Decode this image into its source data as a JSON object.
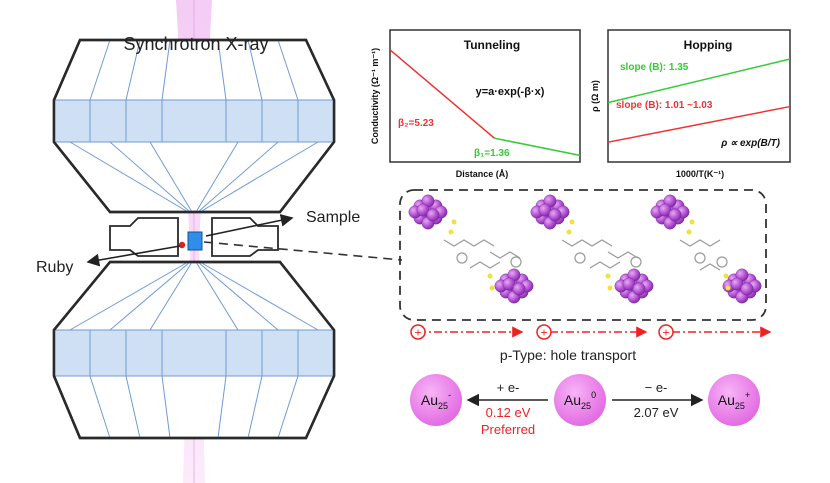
{
  "left": {
    "beam_label": "Synchrotron X-ray",
    "sample_label": "Sample",
    "ruby_label": "Ruby"
  },
  "chart_data": [
    {
      "type": "line",
      "title": "Tunneling",
      "xlabel": "Distance (Å)",
      "ylabel": "Conductivity (Ω⁻¹ m⁻¹)",
      "equation": "y=a·exp(-β·x)",
      "series": [
        {
          "name": "β₂=5.23",
          "color": "#ee3333",
          "x": [
            0.0,
            0.55
          ],
          "y": [
            0.85,
            0.18
          ]
        },
        {
          "name": "β₁=1.36",
          "color": "#33cc33",
          "x": [
            0.55,
            1.0
          ],
          "y": [
            0.18,
            0.05
          ]
        }
      ]
    },
    {
      "type": "line",
      "title": "Hopping",
      "xlabel": "1000/T(K⁻¹)",
      "ylabel": "ρ (Ω m)",
      "equation": "ρ ∝ exp(B/T)",
      "series": [
        {
          "name": "slope (B): 1.35",
          "color": "#33cc33",
          "x": [
            0.0,
            1.0
          ],
          "y": [
            0.45,
            0.78
          ]
        },
        {
          "name": "slope (B): 1.01 ~1.03",
          "color": "#ee3333",
          "x": [
            0.0,
            1.0
          ],
          "y": [
            0.15,
            0.42
          ]
        }
      ]
    }
  ],
  "transport": {
    "label": "p-Type: hole transport",
    "hole_symbol": "+"
  },
  "redox": {
    "left_species": "Au",
    "left_sub": "25",
    "left_sup": "-",
    "center_species": "Au",
    "center_sub": "25",
    "center_sup": "0",
    "right_species": "Au",
    "right_sub": "25",
    "right_sup": "+",
    "left_arrow_label": "+ e-",
    "left_energy": "0.12 eV",
    "left_note": "Preferred",
    "right_arrow_label": "− e-",
    "right_energy": "2.07 eV"
  },
  "colors": {
    "anvil_fill": "#cfe0f5",
    "anvil_line": "#6f9bd6",
    "beam": "#e9a7ea",
    "red": "#ee2222",
    "green": "#33cc33",
    "cluster": "#b24fd3",
    "redox_node": "#e96ae8"
  }
}
